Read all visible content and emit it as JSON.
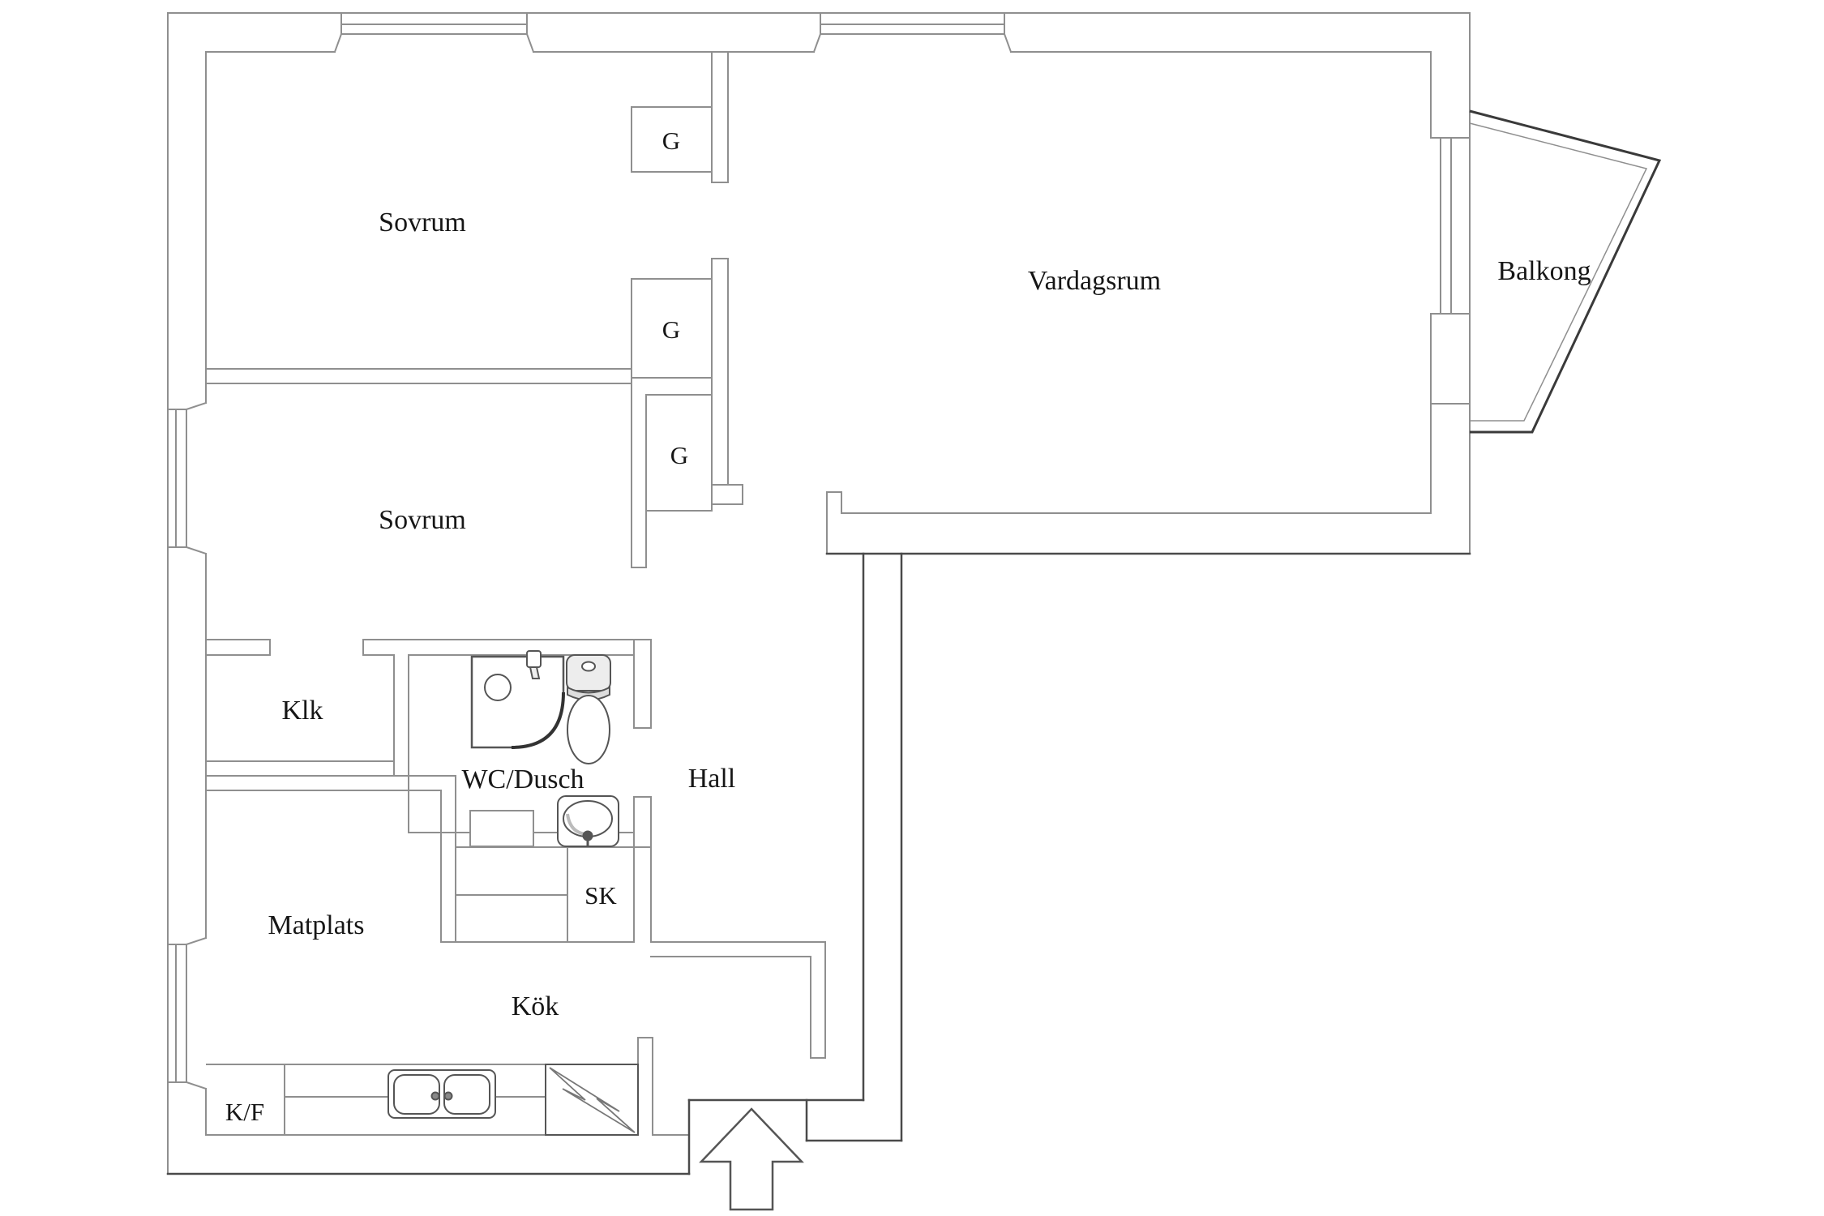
{
  "floorplan": {
    "type": "apartment-floor-plan",
    "language": "Swedish",
    "rooms": [
      {
        "id": "sovrum-1",
        "label": "Sovrum"
      },
      {
        "id": "sovrum-2",
        "label": "Sovrum"
      },
      {
        "id": "vardagsrum",
        "label": "Vardagsrum"
      },
      {
        "id": "balkong",
        "label": "Balkong"
      },
      {
        "id": "klk",
        "label": "Klk"
      },
      {
        "id": "wc-dusch",
        "label": "WC/Dusch"
      },
      {
        "id": "hall",
        "label": "Hall"
      },
      {
        "id": "matplats",
        "label": "Matplats"
      },
      {
        "id": "kok",
        "label": "Kök"
      }
    ],
    "closets": [
      {
        "id": "garderob-1",
        "label": "G"
      },
      {
        "id": "garderob-2",
        "label": "G"
      },
      {
        "id": "garderob-3",
        "label": "G"
      },
      {
        "id": "stadskap",
        "label": "SK"
      },
      {
        "id": "kyl-frys",
        "label": "K/F"
      }
    ],
    "icons": {
      "entrance": "arrow-up-icon",
      "bathroom": [
        "shower-icon",
        "toilet-icon",
        "sink-icon"
      ],
      "kitchen": [
        "double-sink-icon",
        "stove-icon"
      ]
    },
    "colors": {
      "background": "#ffffff",
      "wall_light": "#8f8f8f",
      "wall_dark": "#4a4a4a",
      "fixture": "#555555",
      "text": "#161616"
    }
  }
}
